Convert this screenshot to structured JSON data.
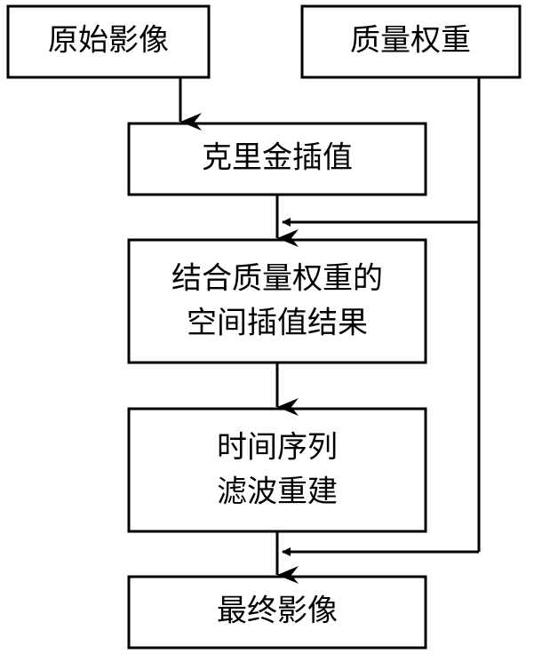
{
  "diagram": {
    "nodes": {
      "original_image": "原始影像",
      "quality_weight": "质量权重",
      "kriging": "克里金插值",
      "spatial_result_line1": "结合质量权重的",
      "spatial_result_line2": "空间插值结果",
      "temporal_line1": "时间序列",
      "temporal_line2": "滤波重建",
      "final_image": "最终影像"
    }
  }
}
